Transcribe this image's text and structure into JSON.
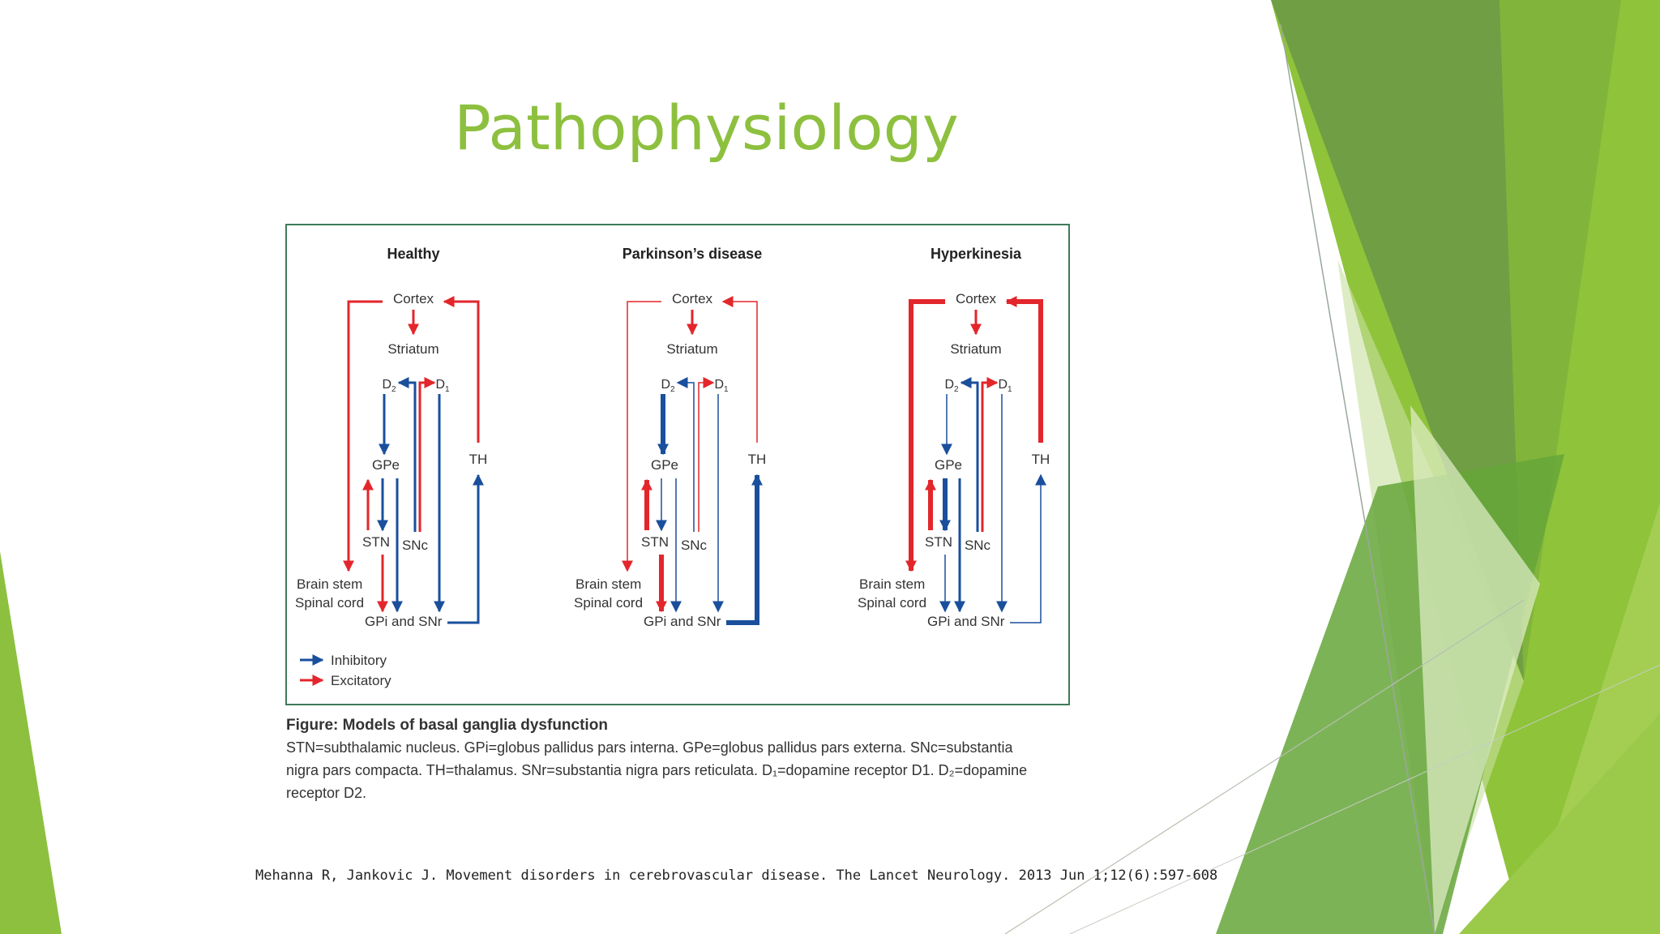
{
  "slide": {
    "title": "Pathophysiology",
    "citation": "Mehanna R, Jankovic J. Movement disorders in cerebrovascular disease. The Lancet Neurology. 2013 Jun 1;12(6):597-608"
  },
  "figure": {
    "panels": [
      {
        "title": "Healthy"
      },
      {
        "title": "Parkinson’s disease"
      },
      {
        "title": "Hyperkinesia"
      }
    ],
    "labels": {
      "cortex": "Cortex",
      "striatum": "Striatum",
      "d2": "D",
      "d2_sub": "2",
      "d1": "D",
      "d1_sub": "1",
      "gpe": "GPe",
      "th": "TH",
      "stn": "STN",
      "snc": "SNc",
      "brain_stem": "Brain stem",
      "spinal_cord": "Spinal cord",
      "gpi_snr": "GPi and SNr"
    },
    "legend": {
      "inhibitory": "Inhibitory",
      "excitatory": "Excitatory"
    },
    "colors": {
      "inhibitory": "#1a4f9c",
      "excitatory": "#e3262b",
      "frame": "#3f7a5a",
      "accent": "#8dc03f"
    },
    "caption": {
      "title": "Figure: Models of basal ganglia dysfunction",
      "line1": "STN=subthalamic nucleus. GPi=globus pallidus pars interna. GPe=globus pallidus pars externa. SNc=substantia",
      "line2": "nigra pars compacta. TH=thalamus. SNr=substantia nigra pars reticulata. D₁=dopamine receptor D1. D₂=dopamine",
      "line3": "receptor D2."
    }
  }
}
